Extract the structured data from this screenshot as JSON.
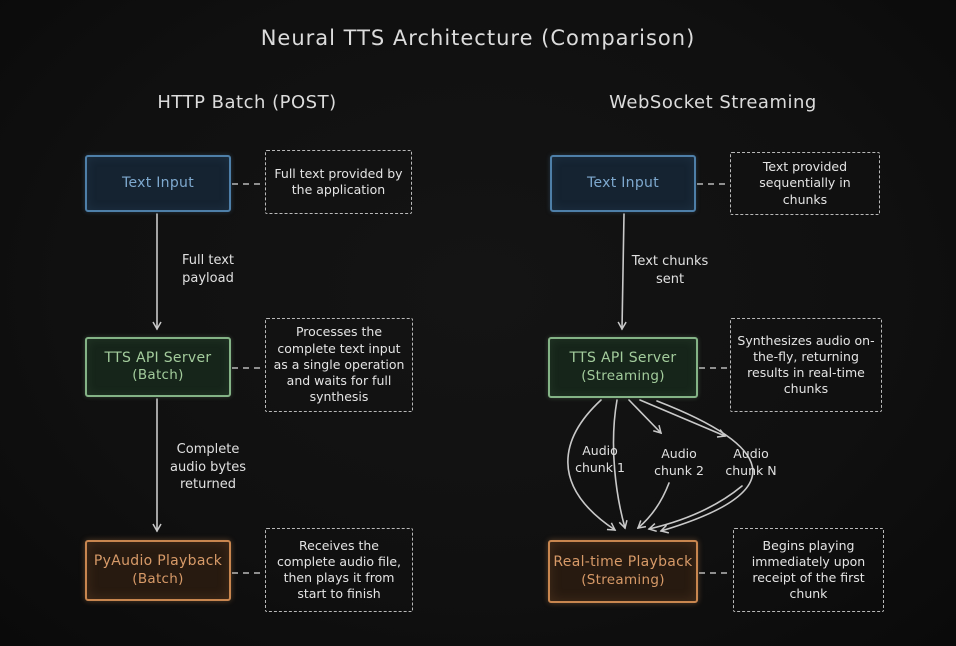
{
  "title": "Neural TTS Architecture (Comparison)",
  "colors": {
    "background": "#101010",
    "text": "#dcdcdc",
    "arrow": "#c9c9c9",
    "note_border": "#b9b9b9",
    "blue_border": "#4e7fa8",
    "blue_fill": "#152331",
    "blue_text": "#7ea9cf",
    "green_border": "#84b386",
    "green_fill": "#16251a",
    "green_text": "#a3cc9c",
    "orange_border": "#c8864f",
    "orange_fill": "#271a10",
    "orange_text": "#d79a68"
  },
  "left": {
    "header": "HTTP Batch (POST)",
    "nodes": [
      {
        "label": "Text Input",
        "sublabel": "",
        "note": "Full text provided by the application"
      },
      {
        "label": "TTS API Server",
        "sublabel": "(Batch)",
        "note": "Processes the complete text input as a single operation and waits for full synthesis"
      },
      {
        "label": "PyAudio Playback",
        "sublabel": "(Batch)",
        "note": "Receives the complete audio file, then plays it from start to finish"
      }
    ],
    "edges": [
      {
        "label": "Full text payload"
      },
      {
        "label": "Complete audio bytes returned"
      }
    ]
  },
  "right": {
    "header": "WebSocket Streaming",
    "nodes": [
      {
        "label": "Text Input",
        "sublabel": "",
        "note": "Text provided sequentially in chunks"
      },
      {
        "label": "TTS API Server",
        "sublabel": "(Streaming)",
        "note": "Synthesizes audio on-the-fly, returning results in real-time chunks"
      },
      {
        "label": "Real-time Playback",
        "sublabel": "(Streaming)",
        "note": "Begins playing immediately upon receipt of the first chunk"
      }
    ],
    "edges": [
      {
        "label": "Text chunks sent"
      }
    ],
    "chunks": [
      {
        "label": "Audio chunk 1"
      },
      {
        "label": "Audio chunk 2"
      },
      {
        "label": "Audio chunk N"
      }
    ]
  }
}
